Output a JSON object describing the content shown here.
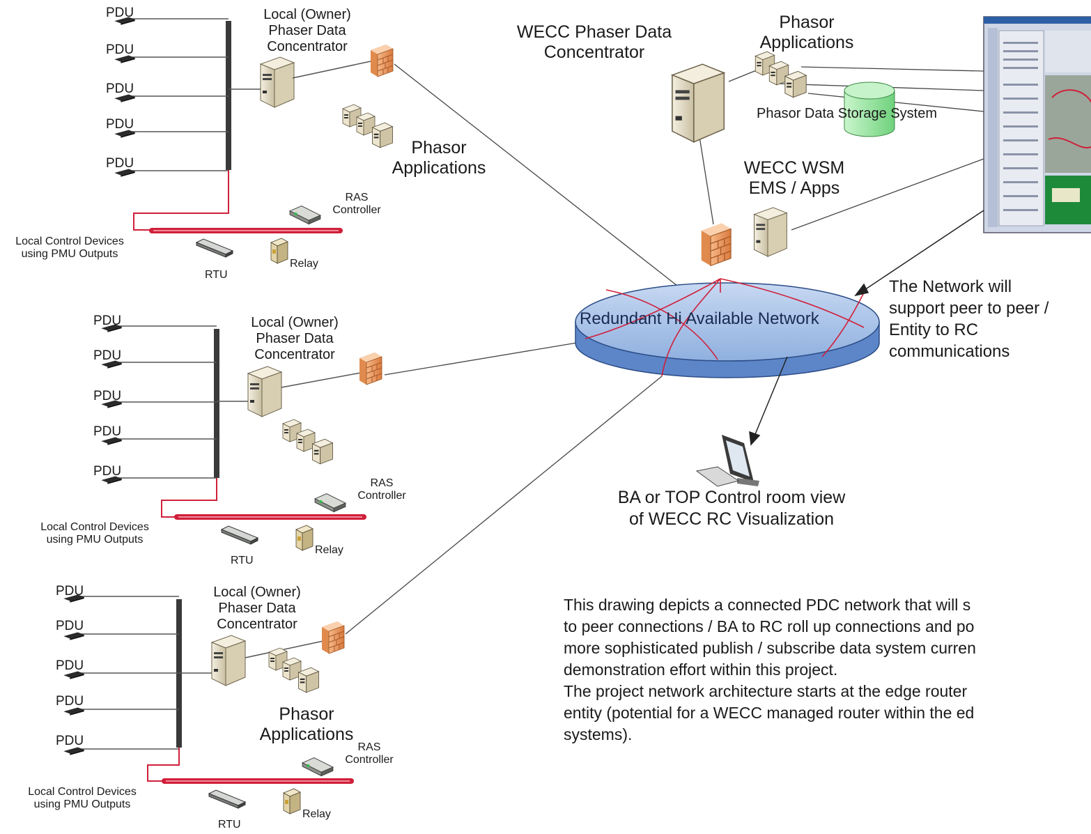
{
  "labels": {
    "pdu": "PDU",
    "local_pdc": [
      "Local (Owner)",
      "Phaser Data",
      "Concentrator"
    ],
    "phasor_apps": [
      "Phasor",
      "Applications"
    ],
    "ras": [
      "RAS",
      "Controller"
    ],
    "local_ctrl": [
      "Local Control Devices",
      "using PMU Outputs"
    ],
    "rtu": "RTU",
    "relay": "Relay",
    "wecc_pdc": [
      "WECC Phaser Data",
      "Concentrator"
    ],
    "storage": "Phasor Data Storage System",
    "wsm": [
      "WECC WSM",
      "EMS / Apps"
    ],
    "network": "Redundant Hi Available Network",
    "network_note": [
      "The Network will",
      "support peer to peer /",
      "Entity to RC",
      "communications"
    ],
    "control_room": [
      "BA or TOP Control room view",
      "of WECC RC Visualization"
    ]
  },
  "description": [
    "This drawing depicts a connected PDC network that will s",
    "to peer connections / BA to RC roll up connections and po",
    "more sophisticated publish / subscribe data system curren",
    "demonstration effort within this project.",
    "The project network architecture starts at the edge router",
    "entity (potential for a WECC managed router within the ed",
    "systems)."
  ],
  "colors": {
    "bus": "#3a3a3a",
    "red_link": "#d0203a",
    "network_fill": "#a9c4e8",
    "network_side": "#5c86c8",
    "firewall": "#f0a268",
    "server": "#e9e2cc",
    "storage": "#9fe6a6"
  }
}
